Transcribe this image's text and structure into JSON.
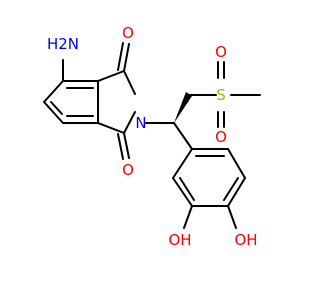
{
  "diagram_type": "skeletal-structure",
  "colors": {
    "bond": "#000000",
    "oxygen": "#ff0000",
    "nitrogen": "#0000ff",
    "sulfur": "#b2b200",
    "background": "#ffffff"
  },
  "atoms": {
    "amine_h2n": "H2N",
    "imide_o_top": "O",
    "imide_o_bottom": "O",
    "imide_n": "N",
    "sulfone_s": "S",
    "sulfone_o_upper": "O",
    "sulfone_o_lower": "O",
    "hydroxyl_left": "OH",
    "hydroxyl_right": "OH"
  }
}
